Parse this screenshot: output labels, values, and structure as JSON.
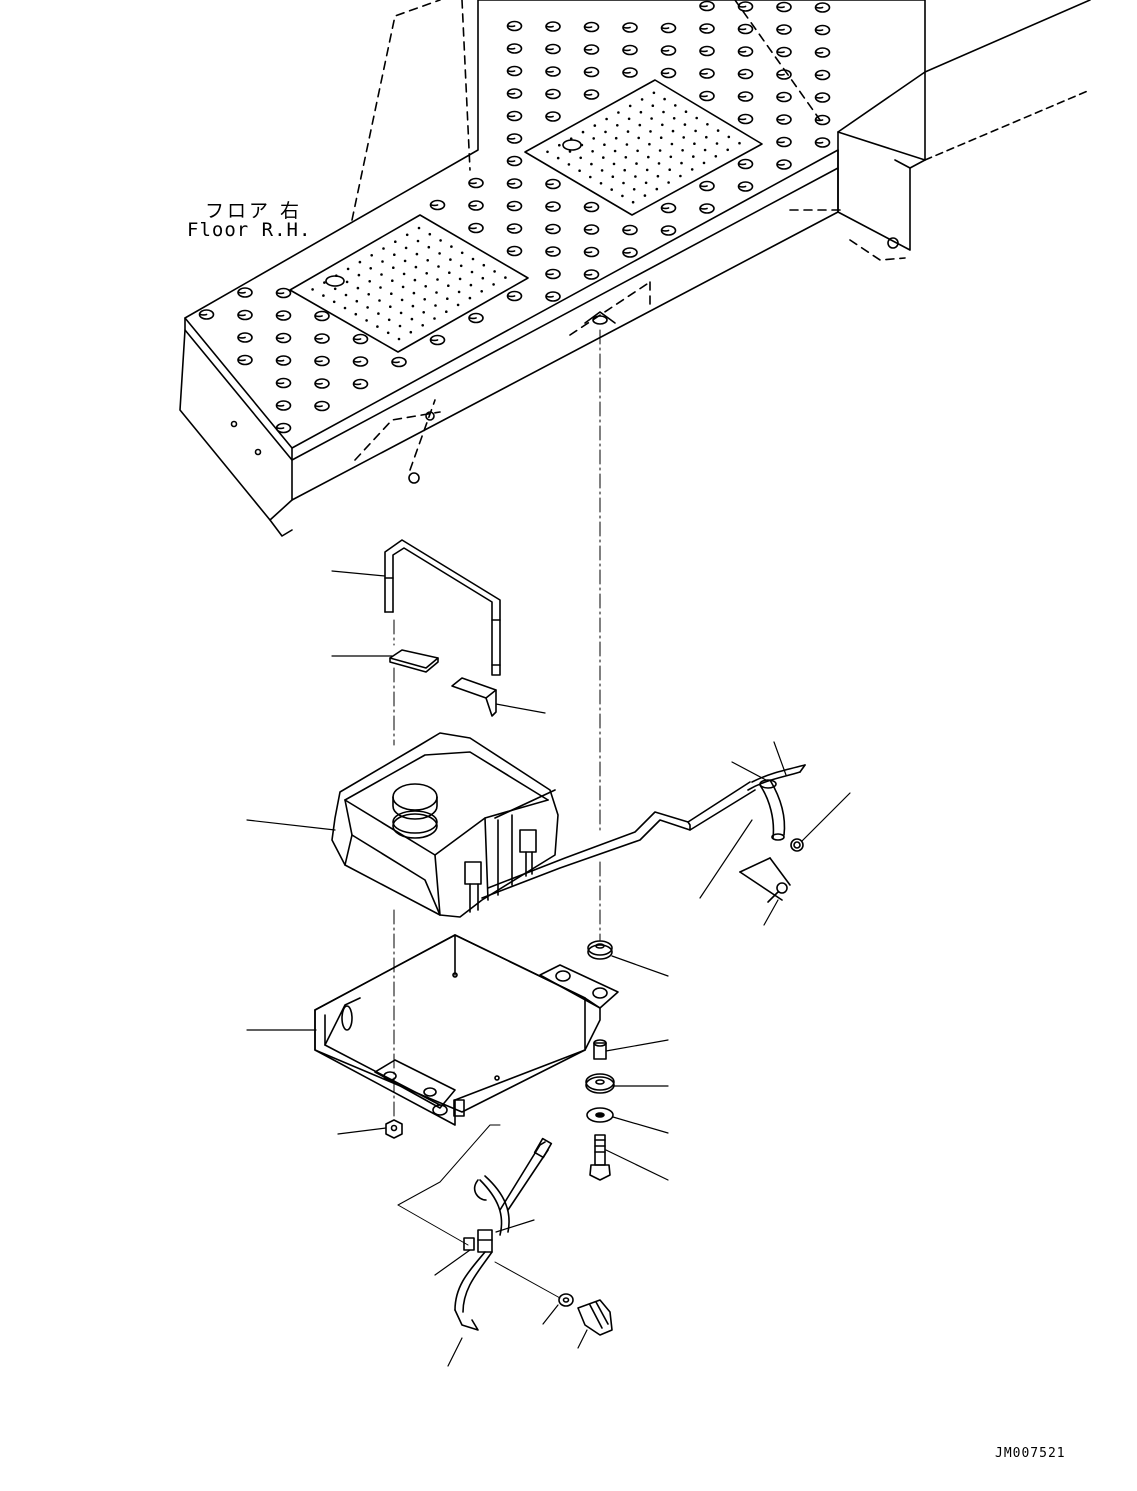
{
  "floor_label": {
    "jp": "フロア 右",
    "en": "Floor R.H."
  },
  "drawing_number": "JM007521"
}
